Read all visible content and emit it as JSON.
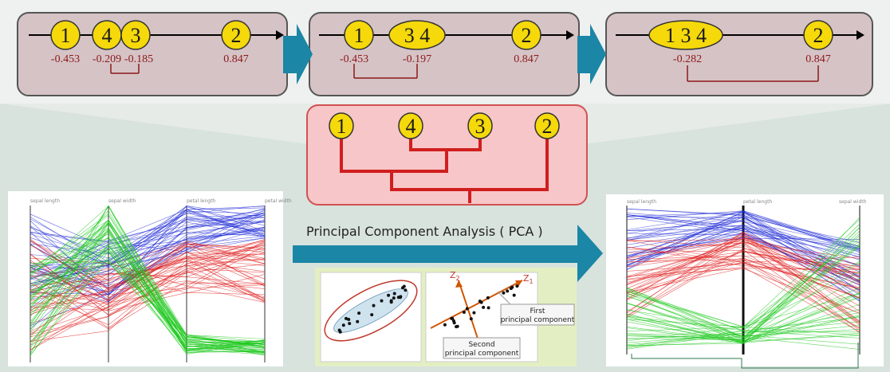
{
  "colors": {
    "bubble": "#f5d90a",
    "panel": "#d6c3c6",
    "dendroBox": "#f7c6c8",
    "dendroLine": "#d01e1e",
    "arrow": "#1b86a6",
    "label": "#8b1a1a"
  },
  "steps": [
    {
      "nodes": [
        {
          "label": "1",
          "value": "-0.453"
        },
        {
          "label": "4",
          "value": "-0.209"
        },
        {
          "label": "3",
          "value": "-0.185"
        },
        {
          "label": "2",
          "value": "0.847"
        }
      ]
    },
    {
      "nodes": [
        {
          "label": "1",
          "value": "-0.453"
        },
        {
          "label": "3 4",
          "value": "-0.197"
        },
        {
          "label": "2",
          "value": "0.847"
        }
      ]
    },
    {
      "nodes": [
        {
          "label": "1 3 4",
          "value": "-0.282"
        },
        {
          "label": "2",
          "value": "0.847"
        }
      ]
    }
  ],
  "dendrogram": {
    "leaves": [
      "1",
      "4",
      "3",
      "2"
    ]
  },
  "pca": {
    "title": "Principal Component Analysis ( PCA )",
    "z1": "Z",
    "z1_sub": "1",
    "z2": "Z",
    "z2_sub": "2",
    "first_line1": "First",
    "first_line2": "principal component",
    "second_line1": "Second",
    "second_line2": "principal component"
  },
  "left_plot": {
    "axes": [
      "sepal length",
      "sepal width",
      "petal length",
      "petal width"
    ]
  },
  "right_plot": {
    "axes": [
      "sepal length",
      "petal length",
      "sepal width"
    ]
  }
}
